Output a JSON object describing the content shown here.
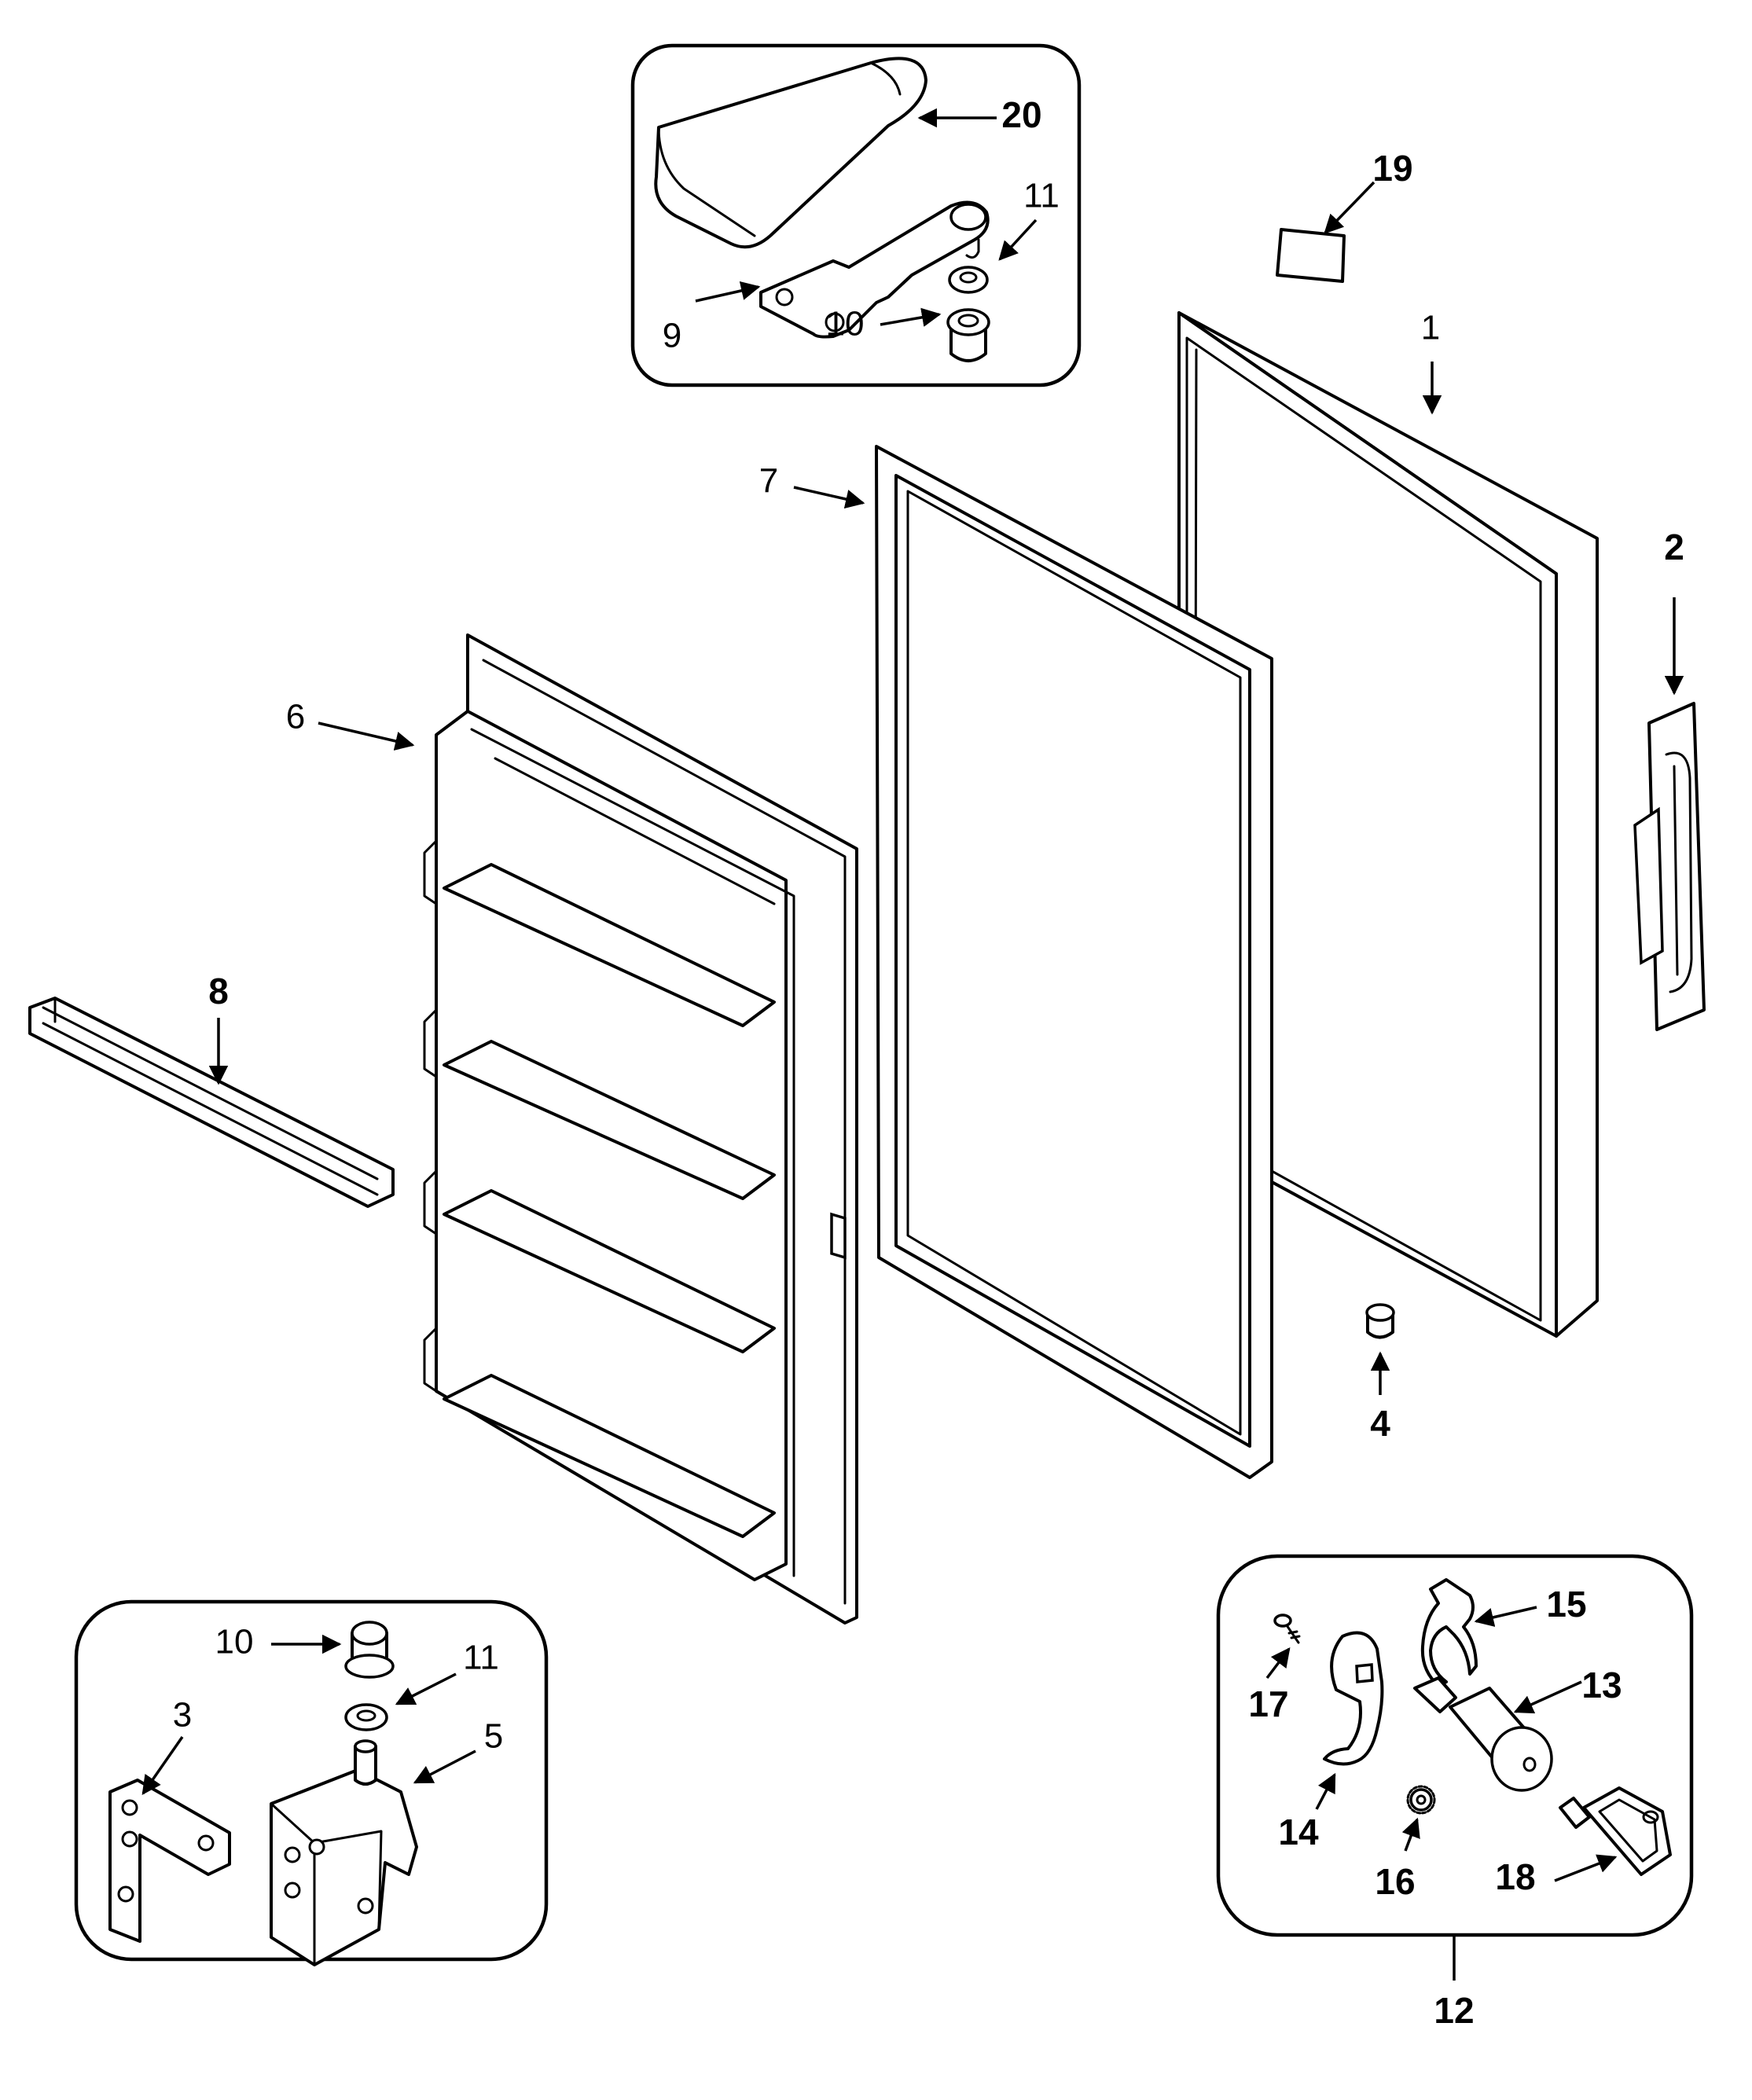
{
  "diagram": {
    "callouts": {
      "c1": "1",
      "c2": "2",
      "c3": "3",
      "c4": "4",
      "c5": "5",
      "c6": "6",
      "c7": "7",
      "c8": "8",
      "c9": "9",
      "c10_top": "10",
      "c10_bottom": "10",
      "c11_top": "11",
      "c11_bottom": "11",
      "c12": "12",
      "c13": "13",
      "c14": "14",
      "c15": "15",
      "c16": "16",
      "c17": "17",
      "c18": "18",
      "c19": "19",
      "c20": "20"
    }
  }
}
